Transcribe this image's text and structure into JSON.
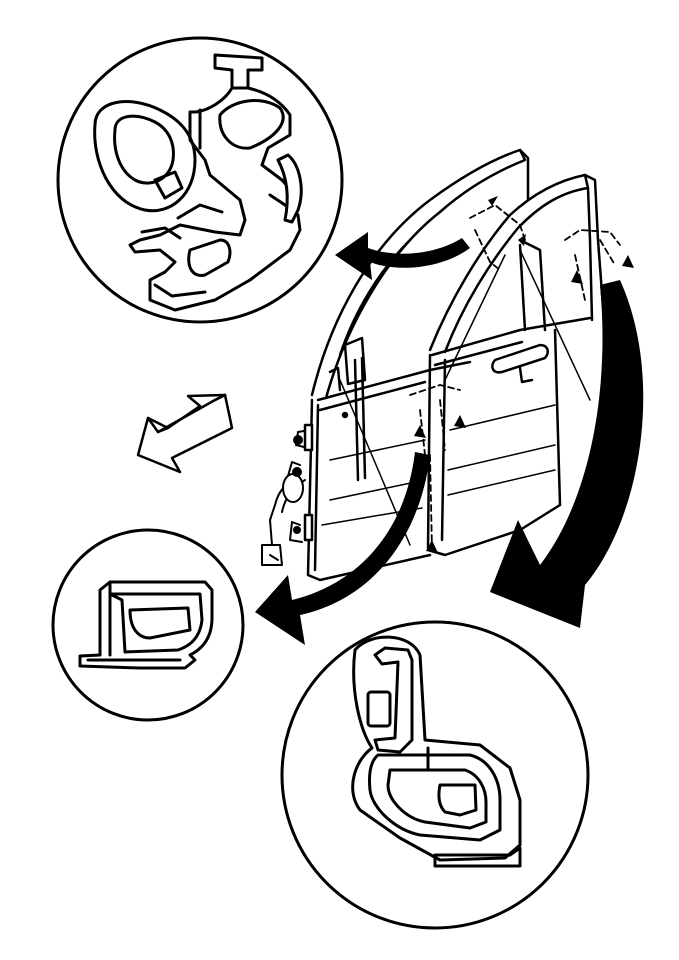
{
  "diagram": {
    "colors": {
      "ink": "#000000",
      "paper": "#ffffff",
      "shade": "#d9d9d9"
    },
    "components": [
      "front-door-assembly",
      "rear-door-assembly",
      "detail-circle-upper-left",
      "detail-circle-lower-left",
      "detail-circle-lower-right",
      "forward-direction-arrow",
      "wiring-harness"
    ]
  }
}
